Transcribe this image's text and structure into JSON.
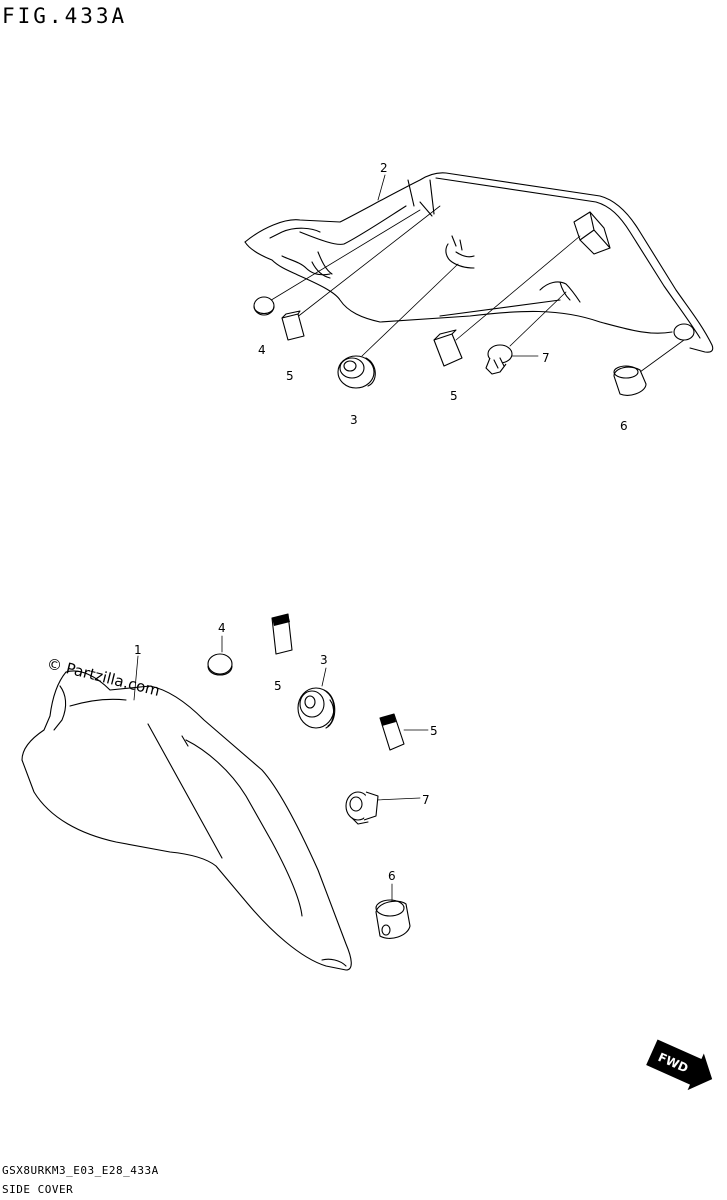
{
  "figure": {
    "title": "FIG.433A",
    "code": "GSX8URKM3_E03_E28_433A",
    "name": "SIDE COVER"
  },
  "watermark": "© Partzilla.com",
  "direction_badge": "FWD",
  "callouts": {
    "upper": {
      "c2": "2",
      "c4": "4",
      "c5a": "5",
      "c3": "3",
      "c5b": "5",
      "c7": "7",
      "c6": "6"
    },
    "lower": {
      "c1": "1",
      "c4": "4",
      "c5a": "5",
      "c3": "3",
      "c5b": "5",
      "c7": "7",
      "c6": "6"
    }
  }
}
